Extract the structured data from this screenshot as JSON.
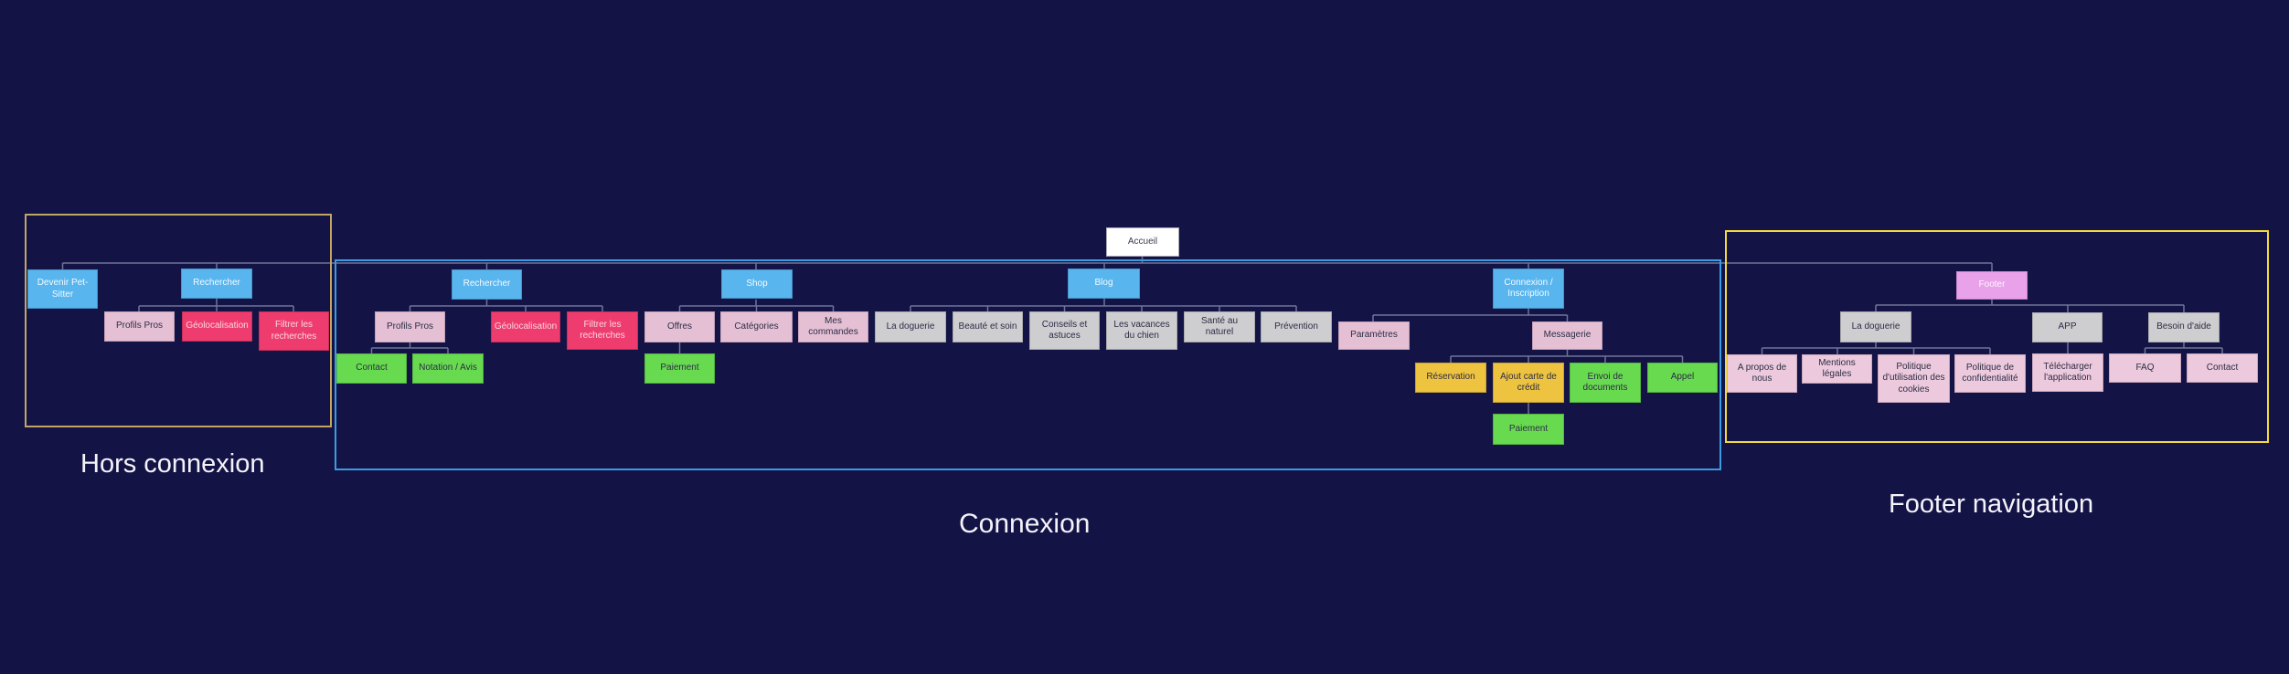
{
  "palette": {
    "background": "#131346",
    "node_blue": "#58b5ee",
    "node_red": "#ee3c6e",
    "node_pink": "#e5c0d5",
    "node_green": "#68da50",
    "node_yellow": "#eec33f",
    "node_gray": "#cecdd0",
    "node_white": "#ffffff",
    "node_violet": "#e9a1ea",
    "frame_gold": "#c3a566",
    "frame_blue": "#3c9be2",
    "frame_yellow": "#f3da3b",
    "connector": "#6f7596"
  },
  "sections": {
    "hors_connexion": {
      "label": "Hors connexion"
    },
    "connexion": {
      "label": "Connexion"
    },
    "footer_navigation": {
      "label": "Footer navigation"
    }
  },
  "nodes": {
    "accueil": {
      "label": "Accueil"
    },
    "devenir_pet_sitter": {
      "label": "Devenir Pet-Sitter"
    },
    "rechercher_hc": {
      "label": "Rechercher"
    },
    "profils_pros_hc": {
      "label": "Profils Pros"
    },
    "geolocalisation_hc": {
      "label": "Géolocalisation"
    },
    "filtrer_recherches_hc": {
      "label": "Filtrer les recherches"
    },
    "rechercher": {
      "label": "Rechercher"
    },
    "profils_pros": {
      "label": "Profils Pros"
    },
    "geolocalisation": {
      "label": "Géolocalisation"
    },
    "filtrer_recherches": {
      "label": "Filtrer les recherches"
    },
    "contact": {
      "label": "Contact"
    },
    "notation_avis": {
      "label": "Notation / Avis"
    },
    "shop": {
      "label": "Shop"
    },
    "offres": {
      "label": "Offres"
    },
    "categories": {
      "label": "Catégories"
    },
    "mes_commandes": {
      "label": "Mes commandes"
    },
    "paiement_offres": {
      "label": "Paiement"
    },
    "blog": {
      "label": "Blog"
    },
    "la_doguerie": {
      "label": "La doguerie"
    },
    "beaute_et_soin": {
      "label": "Beauté et soin"
    },
    "conseils_astuces": {
      "label": "Conseils et astuces"
    },
    "vacances_chien": {
      "label": "Les vacances du chien"
    },
    "sante_naturel": {
      "label": "Santé au naturel"
    },
    "prevention": {
      "label": "Prévention"
    },
    "connexion_inscription": {
      "label": "Connexion / Inscription"
    },
    "parametres": {
      "label": "Paramètres"
    },
    "messagerie": {
      "label": "Messagerie"
    },
    "reservation": {
      "label": "Réservation"
    },
    "ajout_carte_credit": {
      "label": "Ajout carte de crédit"
    },
    "envoi_documents": {
      "label": "Envoi de documents"
    },
    "appel": {
      "label": "Appel"
    },
    "paiement_carte": {
      "label": "Paiement"
    },
    "footer": {
      "label": "Footer"
    },
    "la_doguerie_footer": {
      "label": "La doguerie"
    },
    "app": {
      "label": "APP"
    },
    "besoin_aide": {
      "label": "Besoin d'aide"
    },
    "a_propos_nous": {
      "label": "A propos de nous"
    },
    "mentions_legales": {
      "label": "Mentions légales"
    },
    "politique_cookies": {
      "label": "Politique d'utilisation des cookies"
    },
    "politique_confidentialite": {
      "label": "Politique de confidentialité"
    },
    "telecharger_application": {
      "label": "Télécharger l'application"
    },
    "faq": {
      "label": "FAQ"
    },
    "contact_footer": {
      "label": "Contact"
    }
  }
}
